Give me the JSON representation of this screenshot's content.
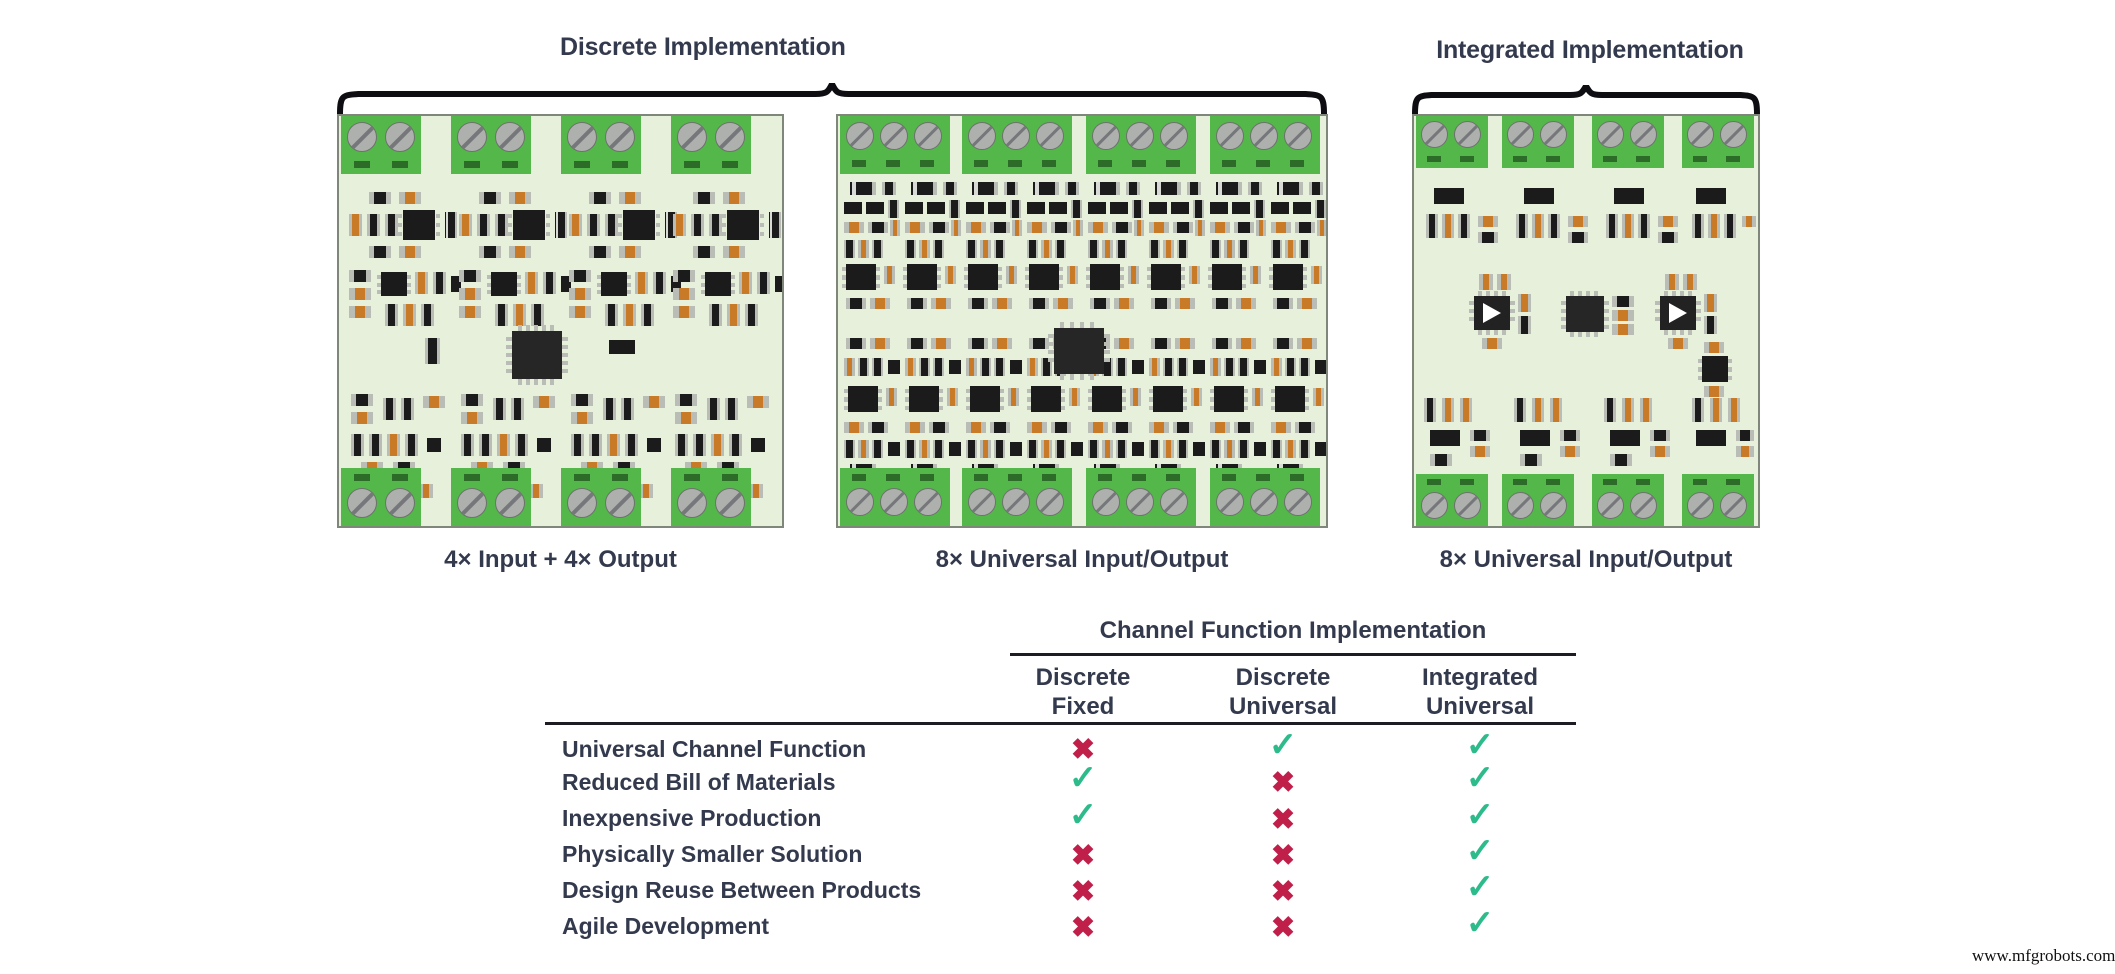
{
  "groups": [
    {
      "label": "Discrete Implementation"
    },
    {
      "label": "Integrated Implementation"
    }
  ],
  "boards": [
    {
      "caption": "4× Input + 4× Output"
    },
    {
      "caption": "8× Universal Input/Output"
    },
    {
      "caption": "8× Universal Input/Output"
    }
  ],
  "table": {
    "title": "Channel Function Implementation",
    "columns": [
      {
        "line1": "Discrete",
        "line2": "Fixed"
      },
      {
        "line1": "Discrete",
        "line2": "Universal"
      },
      {
        "line1": "Integrated",
        "line2": "Universal"
      }
    ],
    "rows": [
      {
        "label": "Universal Channel Function",
        "values": [
          "no",
          "yes",
          "yes"
        ]
      },
      {
        "label": "Reduced Bill of Materials",
        "values": [
          "yes",
          "no",
          "yes"
        ]
      },
      {
        "label": "Inexpensive Production",
        "values": [
          "yes",
          "no",
          "yes"
        ]
      },
      {
        "label": "Physically Smaller Solution",
        "values": [
          "no",
          "no",
          "yes"
        ]
      },
      {
        "label": "Design Reuse Between Products",
        "values": [
          "no",
          "no",
          "yes"
        ]
      },
      {
        "label": "Agile Development",
        "values": [
          "no",
          "no",
          "yes"
        ]
      }
    ],
    "glyphs": {
      "yes": "✓",
      "no": "✖"
    }
  },
  "colors": {
    "text": "#343a4d",
    "yes": "#2ebb8c",
    "no": "#c01f4a",
    "pcb": "#e6f0da",
    "terminal_green": "#53b749",
    "rule": "#1c1c22"
  },
  "watermark": "www.mfgrobots.com"
}
